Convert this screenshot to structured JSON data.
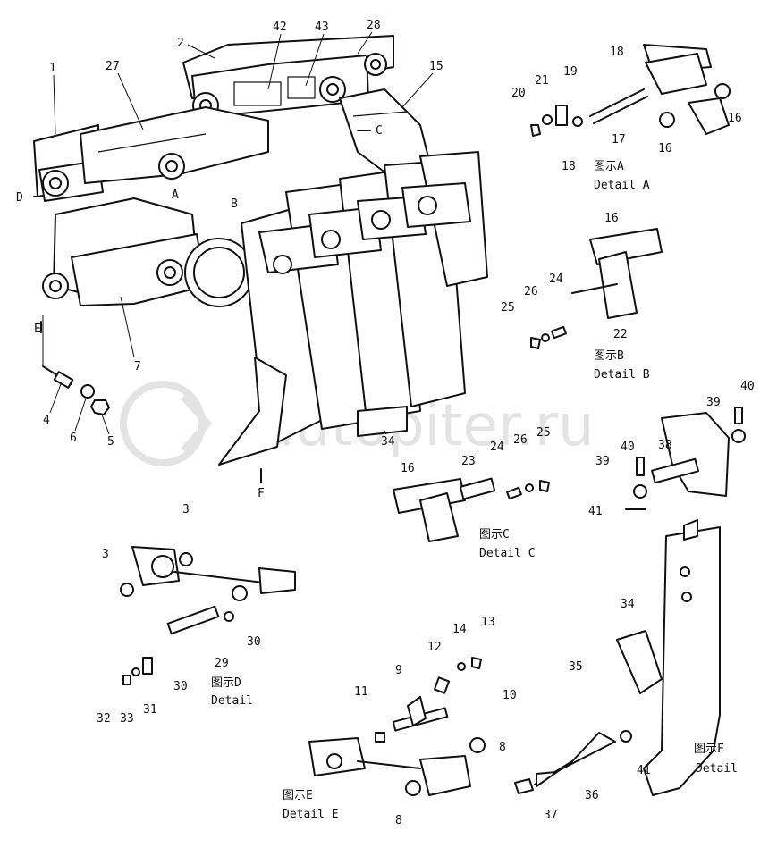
{
  "watermark": "autopiter.ru",
  "captions": {
    "detail_a": {
      "zh": "图示A",
      "en": "Detail A"
    },
    "detail_b": {
      "zh": "图示B",
      "en": "Detail B"
    },
    "detail_c": {
      "zh": "图示C",
      "en": "Detail C"
    },
    "detail_d": {
      "zh": "图示D",
      "en": "Detail"
    },
    "detail_e": {
      "zh": "图示E",
      "en": "Detail E"
    },
    "detail_f": {
      "zh": "图示F",
      "en": "Detail"
    }
  },
  "view_markers": [
    "A",
    "B",
    "C",
    "D",
    "E",
    "F"
  ],
  "callouts": {
    "main": [
      "1",
      "2",
      "27",
      "42",
      "43",
      "28",
      "15",
      "7",
      "4",
      "6",
      "5",
      "34"
    ],
    "detail_a": [
      "18",
      "19",
      "21",
      "20",
      "17",
      "18",
      "16",
      "16"
    ],
    "detail_b": [
      "16",
      "24",
      "26",
      "25",
      "22"
    ],
    "detail_c": [
      "16",
      "23",
      "24",
      "26",
      "25"
    ],
    "detail_right": [
      "39",
      "40",
      "38",
      "40",
      "39",
      "41"
    ],
    "detail_d": [
      "3",
      "3",
      "30",
      "29",
      "30",
      "32",
      "33",
      "31"
    ],
    "detail_e": [
      "13",
      "14",
      "12",
      "9",
      "10",
      "11",
      "8",
      "8"
    ],
    "detail_f": [
      "34",
      "35",
      "41",
      "36",
      "37"
    ]
  }
}
